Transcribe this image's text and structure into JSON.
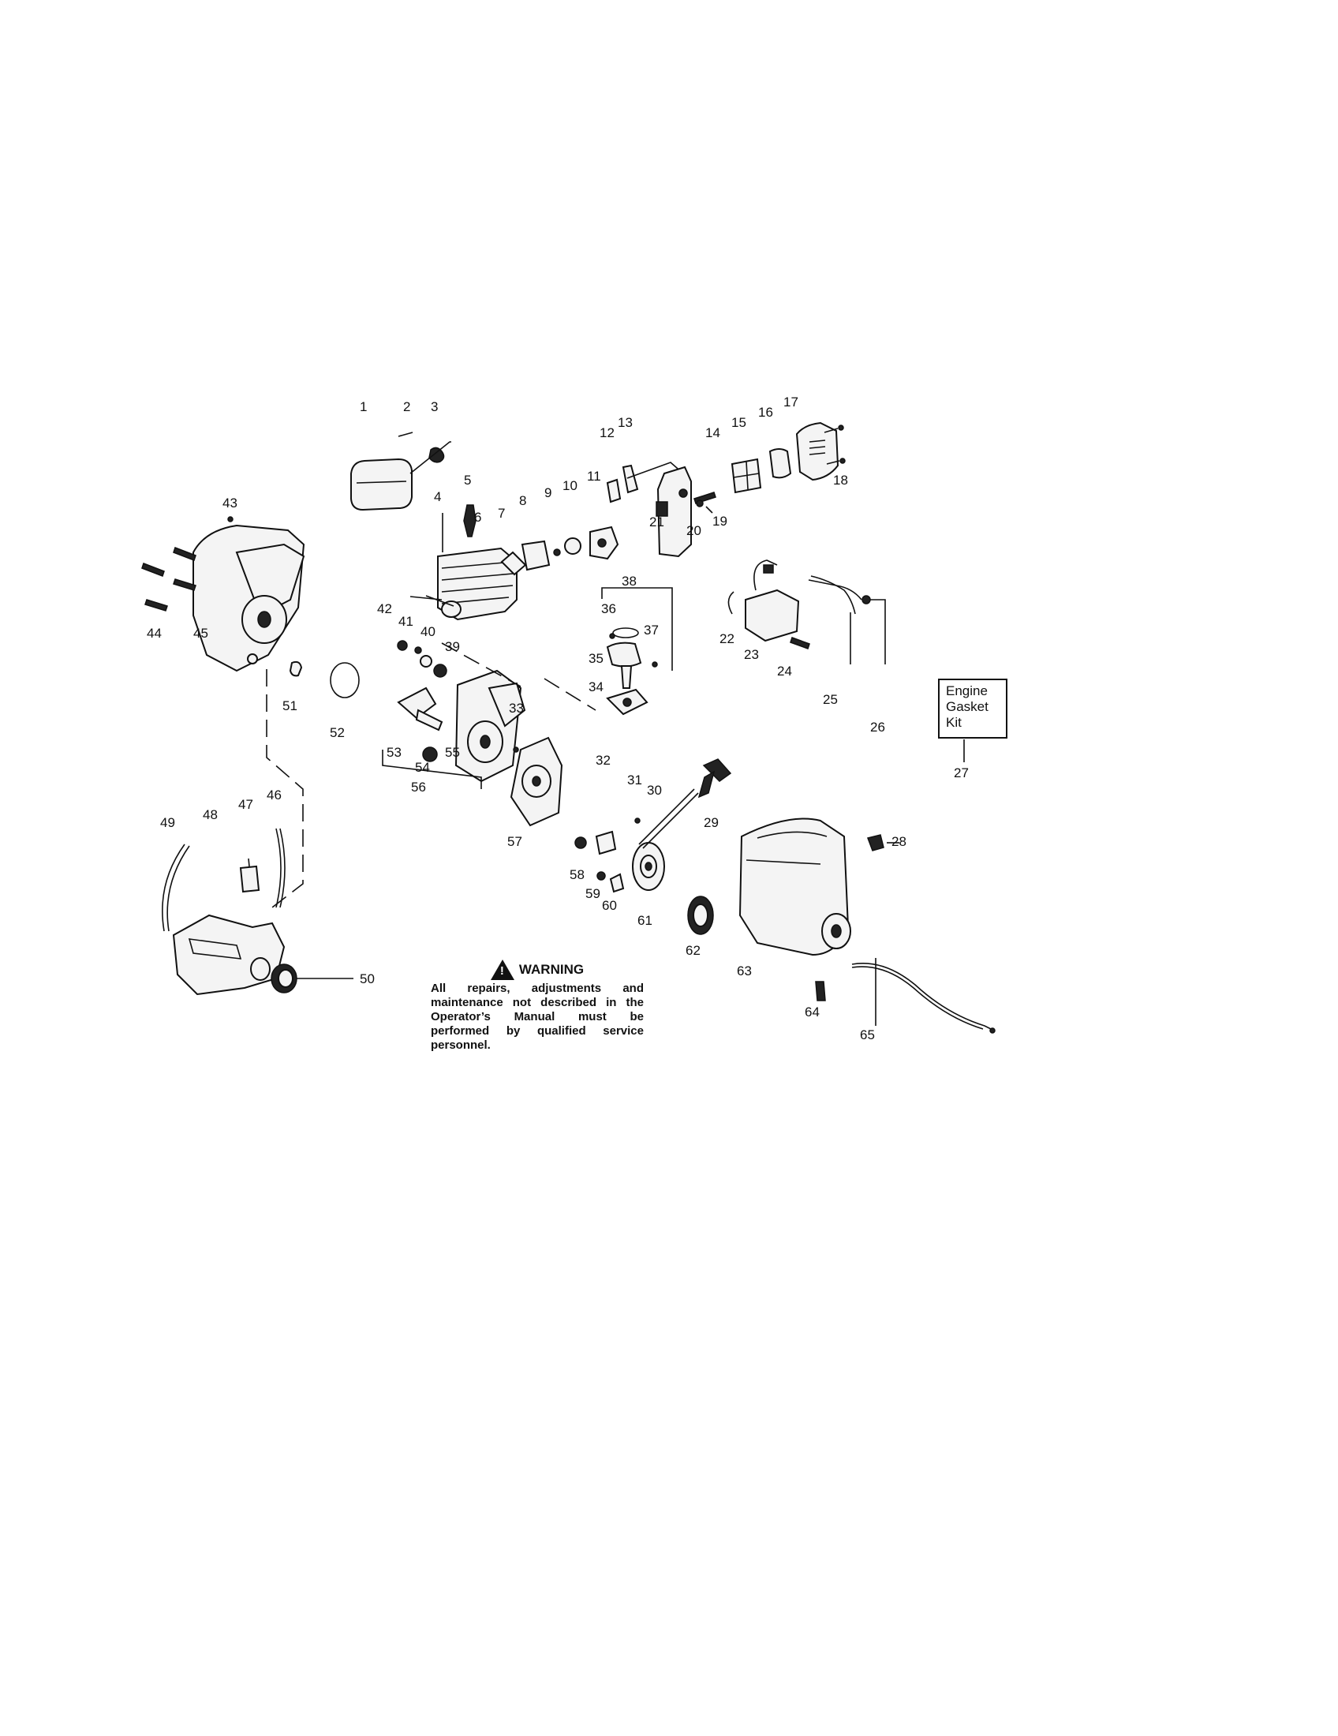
{
  "labels": [
    "1",
    "2",
    "3",
    "4",
    "5",
    "6",
    "7",
    "8",
    "9",
    "10",
    "11",
    "12",
    "13",
    "14",
    "15",
    "16",
    "17",
    "18",
    "19",
    "20",
    "21",
    "22",
    "23",
    "24",
    "25",
    "26",
    "27",
    "28",
    "29",
    "30",
    "31",
    "32",
    "33",
    "34",
    "35",
    "36",
    "37",
    "38",
    "39",
    "40",
    "41",
    "42",
    "43",
    "44",
    "45",
    "46",
    "47",
    "48",
    "49",
    "50",
    "51",
    "52",
    "53",
    "54",
    "55",
    "56",
    "57",
    "58",
    "59",
    "60",
    "61",
    "62",
    "63",
    "64",
    "65"
  ],
  "kit": {
    "line1": "Engine",
    "line2": "Gasket",
    "line3": "Kit"
  },
  "warning": {
    "title": "WARNING",
    "text": "All repairs, adjustments and maintenance not described in the Operator’s Manual must be performed by qualified service personnel."
  }
}
